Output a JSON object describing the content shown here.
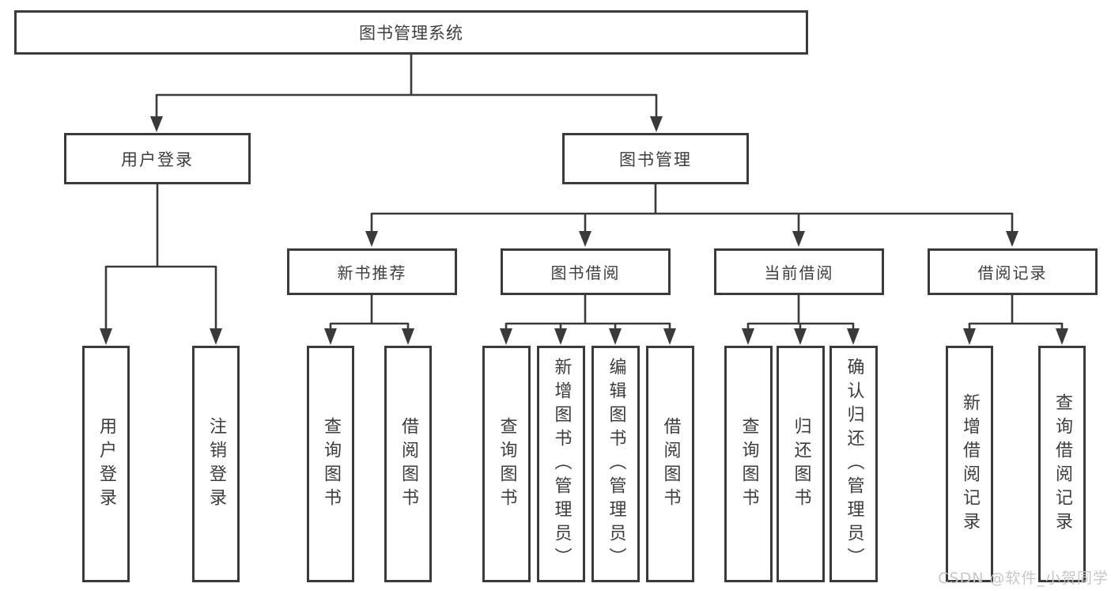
{
  "tree": {
    "root": {
      "label": "图书管理系统"
    },
    "branches": [
      {
        "label": "用户登录",
        "leaves": [
          {
            "label": "用户登录"
          },
          {
            "label": "注销登录"
          }
        ]
      },
      {
        "label": "图书管理",
        "groups": [
          {
            "label": "新书推荐",
            "leaves": [
              {
                "label": "查询图书"
              },
              {
                "label": "借阅图书"
              }
            ]
          },
          {
            "label": "图书借阅",
            "leaves": [
              {
                "label": "查询图书"
              },
              {
                "label": "新增图书（管理员）"
              },
              {
                "label": "编辑图书（管理员）"
              },
              {
                "label": "借阅图书"
              }
            ]
          },
          {
            "label": "当前借阅",
            "leaves": [
              {
                "label": "查询图书"
              },
              {
                "label": "归还图书"
              },
              {
                "label": "确认归还（管理员）"
              }
            ]
          },
          {
            "label": "借阅记录",
            "leaves": [
              {
                "label": "新增借阅记录"
              },
              {
                "label": "查询借阅记录"
              }
            ]
          }
        ]
      }
    ]
  },
  "watermark": "CSDN @软件_小贺同学",
  "colors": {
    "line": "#3a3a3a",
    "box_border": "#3b3b3b",
    "text": "#3d3d3d",
    "watermark": "#c7c7c7"
  }
}
